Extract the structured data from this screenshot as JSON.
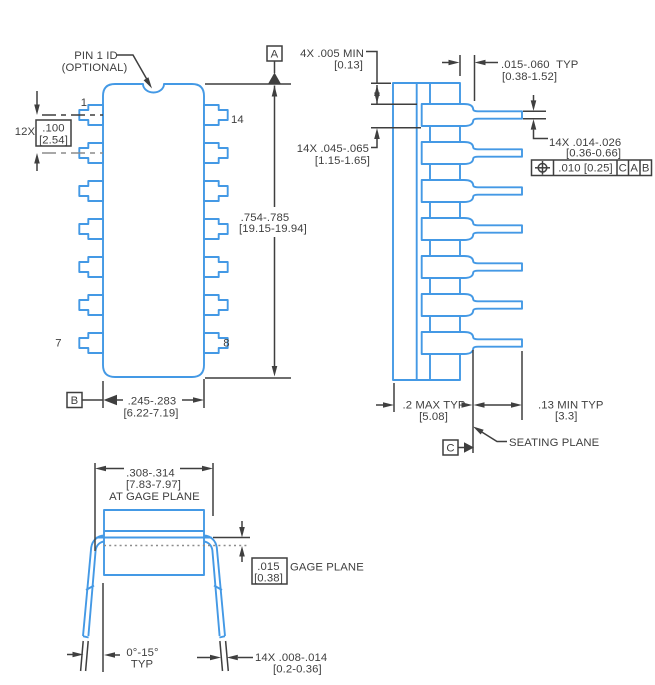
{
  "drawing_type": "mechanical-package-outline",
  "colors": {
    "outline_blue": "#4499E5",
    "dimension_dark": "#3F3F3F",
    "centerline_gray": "#8C8C8C"
  },
  "front": {
    "pin1_id": [
      "PIN 1 ID",
      "(OPTIONAL)"
    ],
    "pins": {
      "p1": "1",
      "p14": "14",
      "p7": "7",
      "p8": "8"
    },
    "pitch": {
      "count": "12X",
      "inch": ".100",
      "mm": "[2.54]"
    },
    "length": {
      "inch": ".754-.785",
      "mm": "[19.15-19.94]"
    },
    "width": {
      "inch": ".245-.283",
      "mm": "[6.22-7.19]"
    },
    "datum_a": "A",
    "datum_b": "B"
  },
  "side": {
    "standoff": {
      "label": "4X .005 MIN",
      "mm": "[0.13]"
    },
    "shoulder": {
      "label": ".015-.060  TYP",
      "mm": "[0.38-1.52]"
    },
    "lead_thick": {
      "label": "14X .045-.065",
      "mm": "[1.15-1.65]"
    },
    "lead_width": {
      "label": "14X .014-.026",
      "mm": "[0.36-0.66]"
    },
    "fcf": {
      "tol": ".010 [0.25]",
      "d1": "C",
      "d2": "A",
      "d3": "B"
    },
    "body_depth": {
      "label": ".2 MAX TYP",
      "mm": "[5.08]"
    },
    "lead_len": {
      "label": ".13 MIN TYP",
      "mm": "[3.3]"
    },
    "seating": "SEATING PLANE",
    "datum_c": "C"
  },
  "end": {
    "spread": {
      "inch": ".308-.314",
      "mm": "[7.83-7.97]",
      "note": "AT GAGE PLANE"
    },
    "gage": {
      "inch": ".015",
      "mm": "[0.38]",
      "label": "GAGE PLANE"
    },
    "angle": {
      "label": "0°-15°",
      "note": "TYP"
    },
    "lead_width": {
      "label": "14X .008-.014",
      "mm": "[0.2-0.36]"
    }
  }
}
